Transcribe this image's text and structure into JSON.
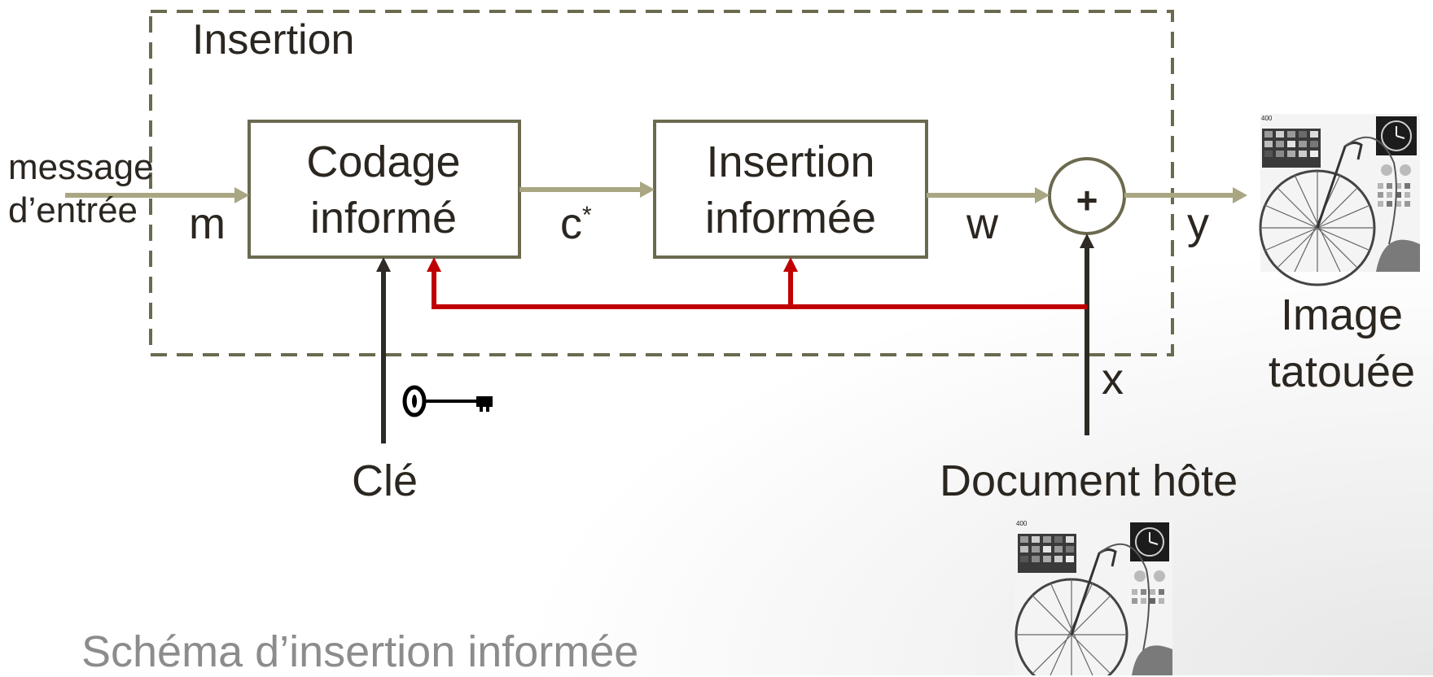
{
  "frame": {
    "title": "Insertion"
  },
  "input": {
    "label_line1": "message",
    "label_line2": "d’entrée",
    "signal": "m"
  },
  "blocks": {
    "coding": {
      "line1": "Codage",
      "line2": "informé"
    },
    "embedding": {
      "line1": "Insertion",
      "line2": "informée"
    }
  },
  "signals": {
    "codeword": "c",
    "codeword_sup": "*",
    "watermark": "w",
    "output": "y",
    "host": "x"
  },
  "adder": {
    "symbol": "+"
  },
  "key": {
    "label": "Clé"
  },
  "host_document": {
    "label": "Document hôte"
  },
  "watermarked_image": {
    "line1": "Image",
    "line2": "tatouée",
    "corner_text": "400"
  },
  "host_image": {
    "corner_text": "400"
  },
  "caption": "Schéma  d’insertion informée",
  "colors": {
    "flow_arrow": "#a9a682",
    "box_border": "#6b6a4f",
    "feedback": "#c00000",
    "vertical_arrow": "#2e2a24",
    "dashed_frame": "#6b6a4f"
  }
}
